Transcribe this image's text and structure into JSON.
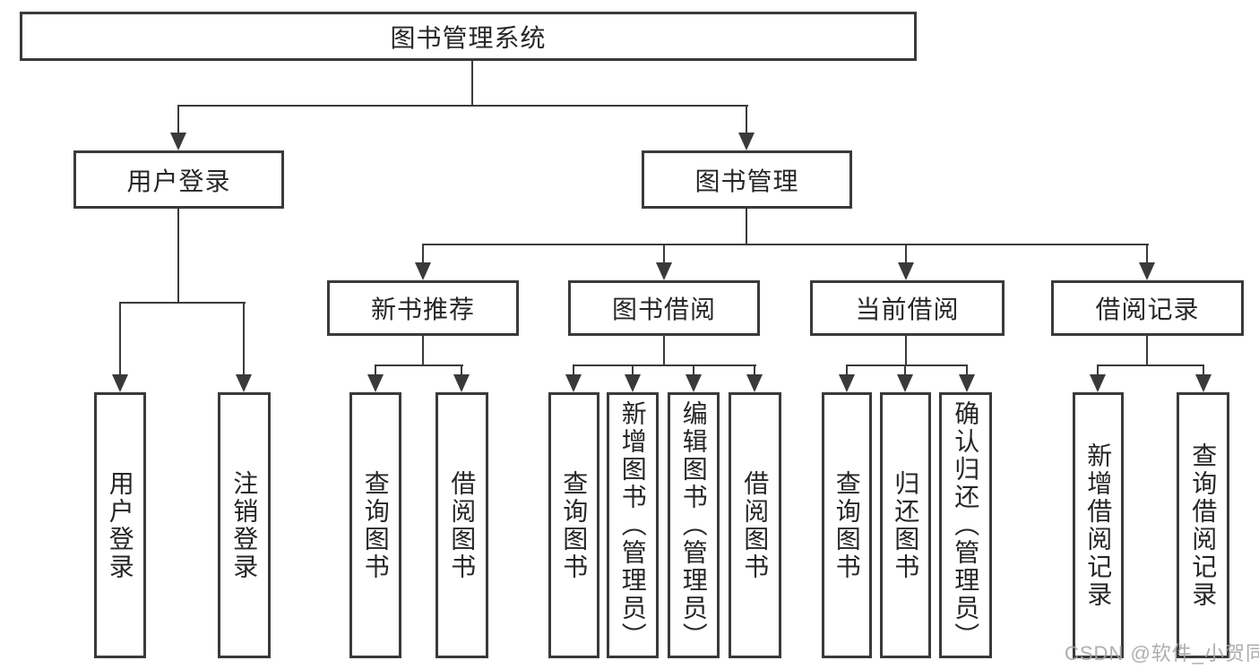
{
  "diagram": {
    "root": {
      "label": "图书管理系统"
    },
    "branches": [
      {
        "label": "用户登录",
        "children": [
          {
            "label": "用户登录"
          },
          {
            "label": "注销登录"
          }
        ]
      },
      {
        "label": "图书管理",
        "children": [
          {
            "label": "新书推荐",
            "children": [
              {
                "label": "查询图书"
              },
              {
                "label": "借阅图书"
              }
            ]
          },
          {
            "label": "图书借阅",
            "children": [
              {
                "label": "查询图书"
              },
              {
                "label": "新增图书（管理员）"
              },
              {
                "label": "编辑图书（管理员）"
              },
              {
                "label": "借阅图书"
              }
            ]
          },
          {
            "label": "当前借阅",
            "children": [
              {
                "label": "查询图书"
              },
              {
                "label": "归还图书"
              },
              {
                "label": "确认归还（管理员）"
              }
            ]
          },
          {
            "label": "借阅记录",
            "children": [
              {
                "label": "新增借阅记录"
              },
              {
                "label": "查询借阅记录"
              }
            ]
          }
        ]
      }
    ]
  },
  "watermark": {
    "text": "CSDN @软件_小贺同学"
  },
  "colors": {
    "line": "#3a3a3a",
    "text": "#262626",
    "box_background": "#ffffff",
    "watermark": "#a5a5a5"
  }
}
